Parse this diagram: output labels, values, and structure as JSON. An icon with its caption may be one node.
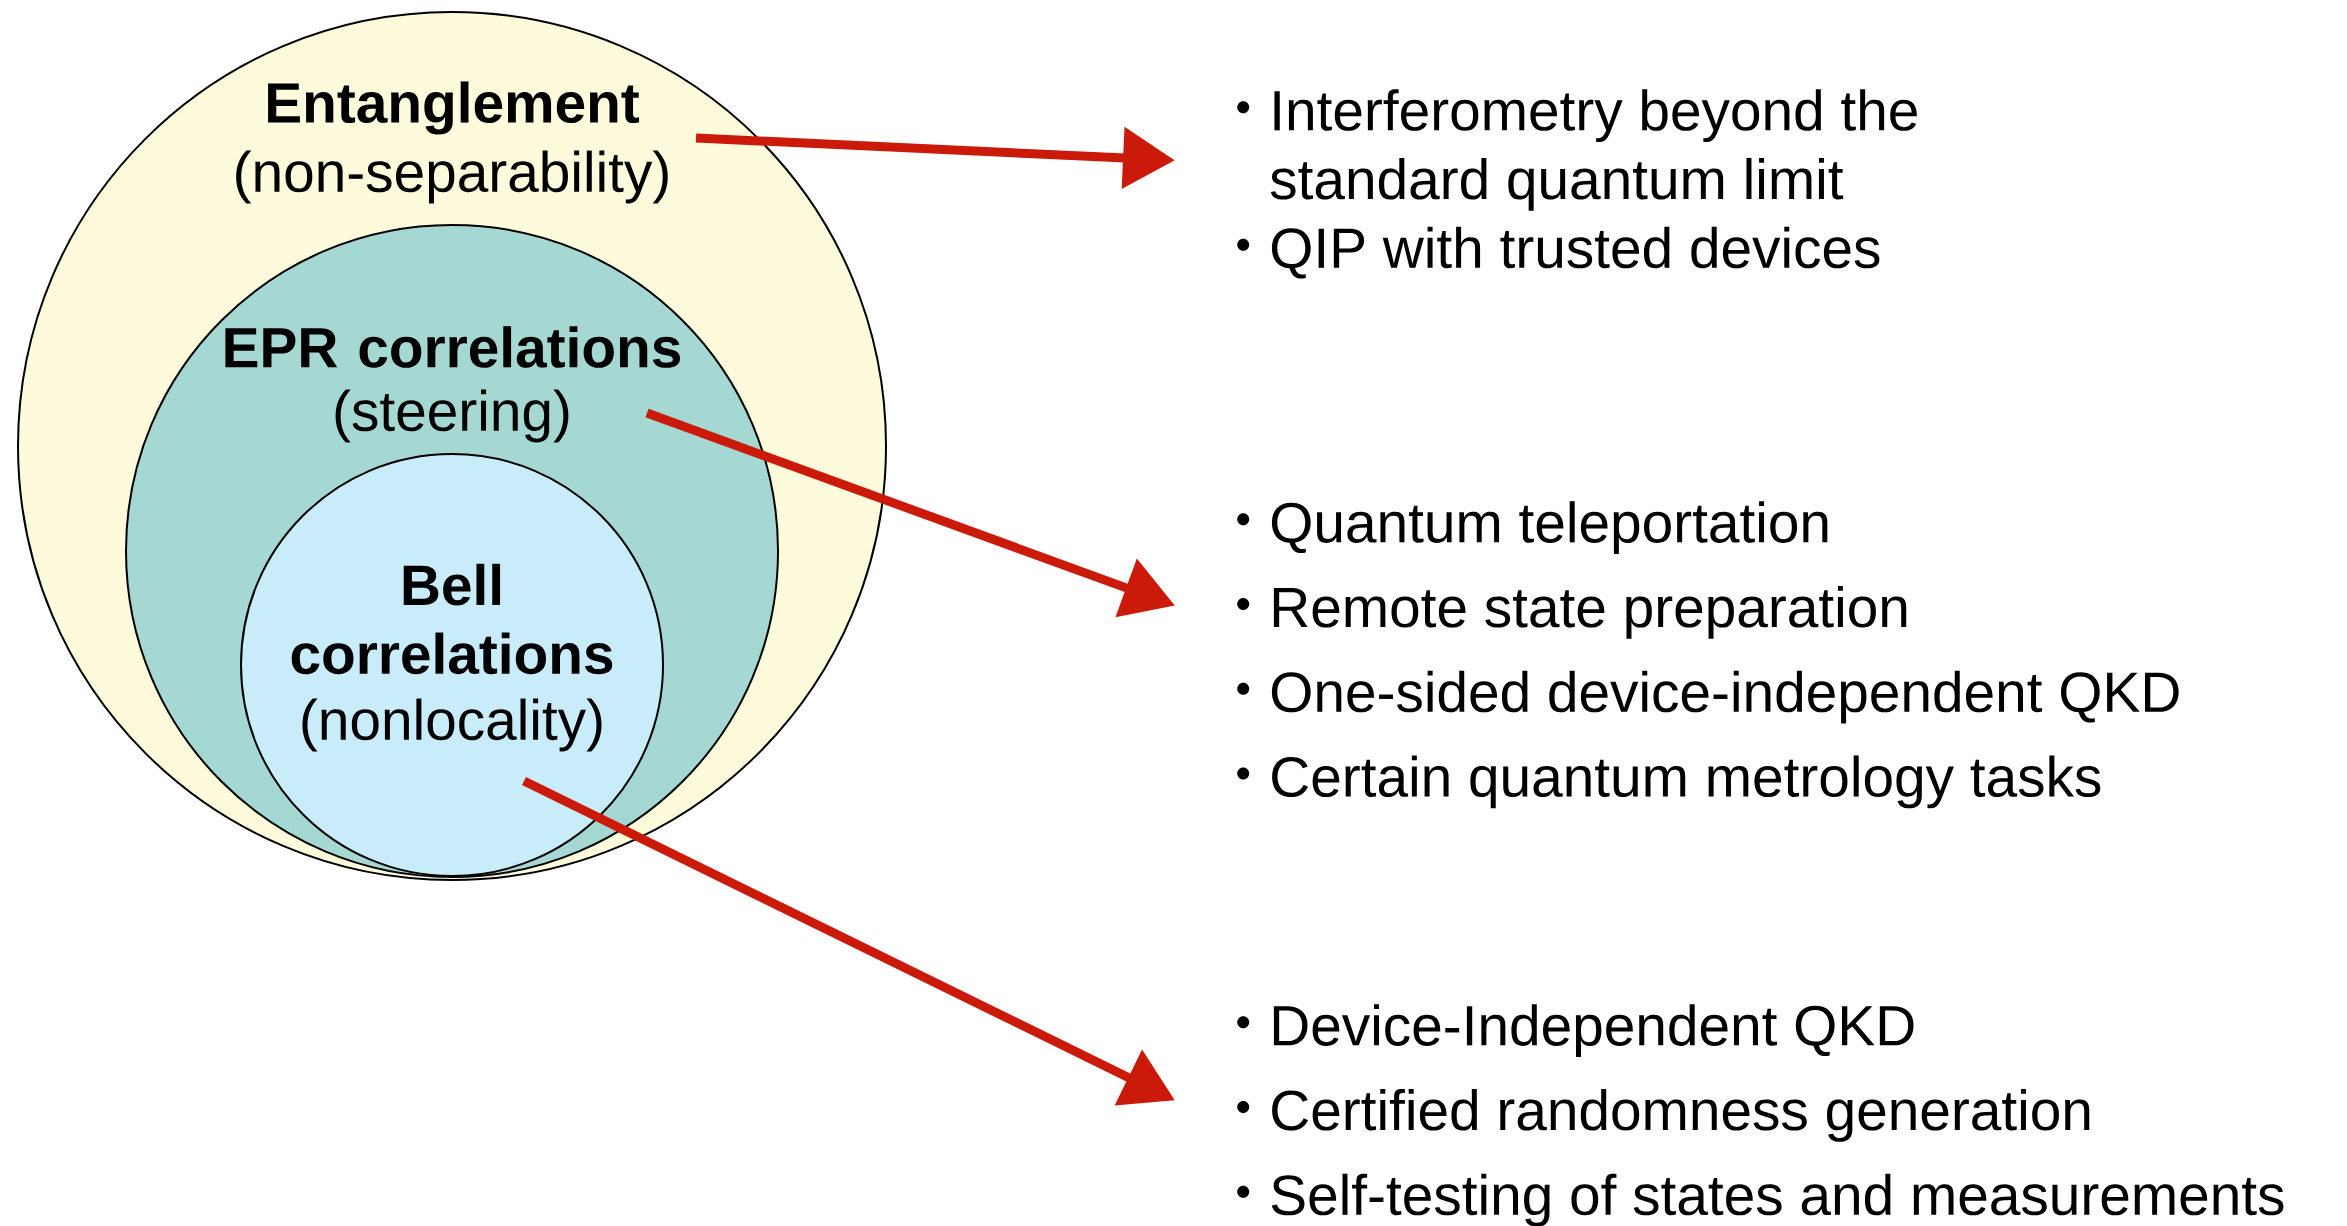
{
  "diagram": {
    "nodes": [
      {
        "text": [
          "Entanglement",
          "(non-separability)"
        ]
      },
      {
        "text": [
          "EPR correlations",
          "(steering)"
        ],
        "in": 0
      },
      {
        "text": [
          "Bell correlations",
          "(nonlocality)"
        ],
        "in": 1
      },
      {
        "text": [
          "Interferometry beyond the standard quantum limit",
          "QIP with trusted devices"
        ]
      },
      {
        "text": [
          "Quantum teleportation",
          "Remote state preparation",
          "One-sided device-independent QKD",
          "Certain quantum metrology tasks"
        ]
      },
      {
        "text": [
          "Device-Independent QKD",
          "Certified randomness generation",
          "Self-testing of states and measurements"
        ]
      }
    ],
    "edges": [
      {
        "from": 0,
        "to": 3,
        "arrow": "to"
      },
      {
        "from": 1,
        "to": 4,
        "arrow": "to"
      },
      {
        "from": 2,
        "to": 5,
        "arrow": "to"
      }
    ]
  }
}
